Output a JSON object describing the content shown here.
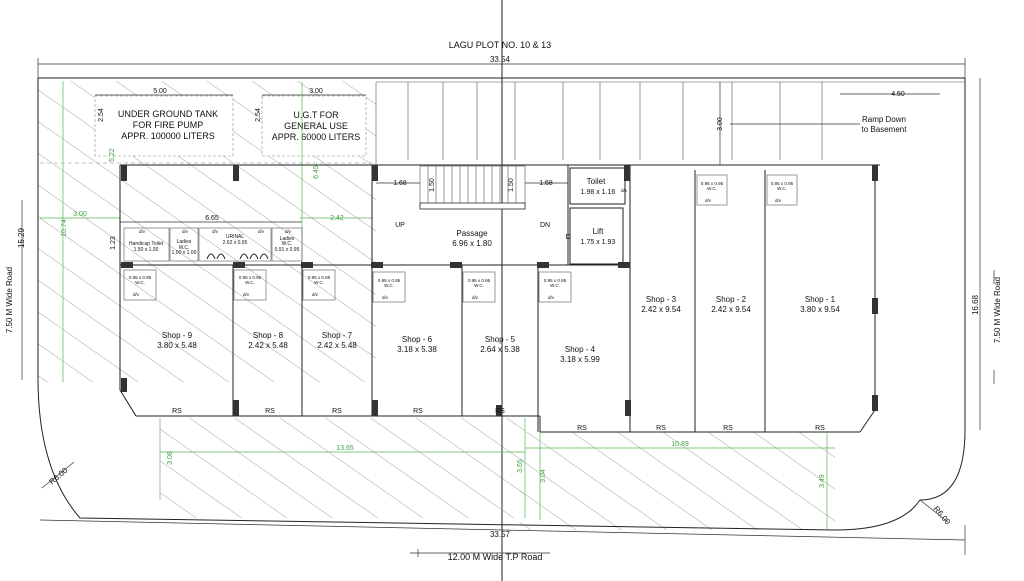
{
  "plot_title": "LAGU PLOT NO. 10 & 13",
  "dims": {
    "top_width": "33.54",
    "bottom_width": "33.57",
    "left_depth": "15.29",
    "right_depth": "16.68",
    "tank1_w": "5.00",
    "tank1_h": "2.54",
    "tank1_gap": "5.22",
    "tank2_w": "3.00",
    "tank2_h": "2.54",
    "tank2_gap": "6.45",
    "ramp_w": "4.50",
    "ramp_h": "3.00",
    "stair_left": "1.68",
    "stair_h1": "1.50",
    "stair_h2": "1.50",
    "stair_right": "1.68",
    "green_left": "3.00",
    "green_v_left": "10.74",
    "toilet_row_w": "6.65",
    "toilet_row_h": "1.23",
    "green_mid": "2.42",
    "front_left": "13.65",
    "front_left_h": "3.08",
    "front_right": "10.89",
    "front_mid_h1": "3.65",
    "front_mid_h2": "3.04",
    "front_right_h": "3.49"
  },
  "labels": {
    "tank1": [
      "UNDER GROUND TANK",
      "FOR FIRE PUMP",
      "APPR. 100000 LITERS"
    ],
    "tank2": [
      "U.G.T FOR",
      "GENERAL USE",
      "APPR. 60000 LITERS"
    ],
    "ramp": [
      "Ramp Down",
      "to Basement"
    ],
    "toilet": [
      "Toilet",
      "1.98 x 1.16"
    ],
    "lift": [
      "Lift",
      "1.75 x 1.93"
    ],
    "passage": [
      "Passage",
      "6.96 x 1.80"
    ],
    "up": "UP",
    "dn": "DN",
    "d": "D",
    "dv": "d/v",
    "handicap": [
      "Handicap Toilet",
      "1.50 x 1.00"
    ],
    "ladies1": [
      "Ladies",
      "W.C.",
      "1.00 x 1.00"
    ],
    "urinal": [
      "URINAL",
      "2.62 x 0.95"
    ],
    "ladies2": [
      "Ladies",
      "W.C.",
      "0.91 x 0.95"
    ],
    "wc_size": "0.95 x 0.95",
    "wc": "W.C.",
    "rs": "RS",
    "left_road": "7.50 M Wide Road",
    "right_road": "7.50 M Wide Road",
    "bottom_road": "12.00 M Wide T.P Road",
    "radius_left": "R6.00",
    "radius_right": "R6.00"
  },
  "shops": [
    {
      "name": "Shop - 9",
      "size": "3.80 x 5.48"
    },
    {
      "name": "Shop - 8",
      "size": "2.42 x 5.48"
    },
    {
      "name": "Shop - 7",
      "size": "2.42 x 5.48"
    },
    {
      "name": "Shop - 6",
      "size": "3.18 x 5.38"
    },
    {
      "name": "Shop - 5",
      "size": "2.64 x 5.38"
    },
    {
      "name": "Shop - 4",
      "size": "3.18 x 5.99"
    },
    {
      "name": "Shop - 3",
      "size": "2.42 x 9.54"
    },
    {
      "name": "Shop - 2",
      "size": "2.42 x 9.54"
    },
    {
      "name": "Shop - 1",
      "size": "3.80 x 9.54"
    }
  ]
}
